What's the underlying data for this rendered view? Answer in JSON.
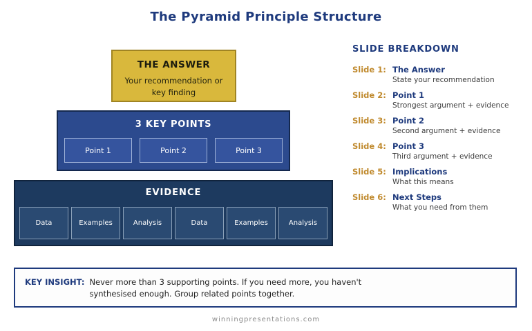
{
  "page": {
    "title": "The Pyramid Principle Structure",
    "footer": "winningpresentations.com"
  },
  "pyramid": {
    "answer": {
      "title": "THE ANSWER",
      "subtitle": "Your recommendation or key finding"
    },
    "key_points": {
      "title": "3 KEY POINTS",
      "points": [
        "Point 1",
        "Point 2",
        "Point 3"
      ]
    },
    "evidence": {
      "title": "EVIDENCE",
      "items": [
        "Data",
        "Examples",
        "Analysis",
        "Data",
        "Examples",
        "Analysis"
      ]
    }
  },
  "breakdown": {
    "title": "SLIDE BREAKDOWN",
    "slides": [
      {
        "label": "Slide 1:",
        "title": "The Answer",
        "desc": "State your recommendation"
      },
      {
        "label": "Slide 2:",
        "title": "Point 1",
        "desc": "Strongest argument + evidence"
      },
      {
        "label": "Slide 3:",
        "title": "Point 2",
        "desc": "Second argument + evidence"
      },
      {
        "label": "Slide 4:",
        "title": "Point 3",
        "desc": "Third argument + evidence"
      },
      {
        "label": "Slide 5:",
        "title": "Implications",
        "desc": "What this means"
      },
      {
        "label": "Slide 6:",
        "title": "Next Steps",
        "desc": "What you need from them"
      }
    ]
  },
  "insight": {
    "label": "KEY INSIGHT:",
    "text": "Never more than 3 supporting points. If you need more, you haven't synthesised enough. Group related points together."
  },
  "colors": {
    "navy": "#1e3a7d",
    "answer_gold": "#d9b83c",
    "key_points_blue": "#2c4a8e",
    "evidence_blue": "#1d3a5f",
    "slide_label_gold": "#c08a2e"
  }
}
